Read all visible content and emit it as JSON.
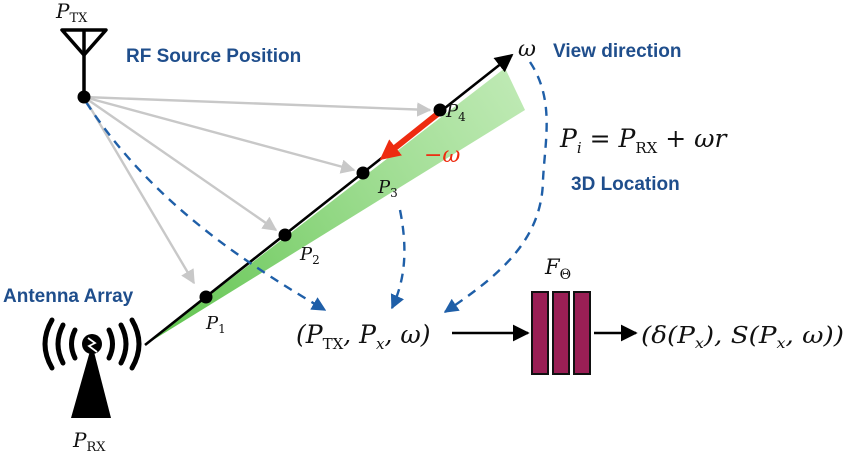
{
  "labels": {
    "tx_point": "P",
    "tx_sub": "TX",
    "rf_source": "RF Source Position",
    "view_direction": "View direction",
    "omega": "ω",
    "neg_omega": "−ω",
    "equation": "P",
    "equation_sub": "i",
    "equation_mid": " = P",
    "equation_sub2": "RX",
    "equation_end": " + ωr",
    "location_3d": "3D Location",
    "antenna_array": "Antenna Array",
    "rx_point": "P",
    "rx_sub": "RX",
    "network_label": "F",
    "network_sub": "Θ",
    "input_tuple": "(P",
    "input_sub1": "TX",
    "input_mid": ", P",
    "input_sub2": "x",
    "input_end": ", ω)",
    "output_tuple": "(δ(P",
    "output_sub1": "x",
    "output_mid": "), S(P",
    "output_sub2": "x",
    "output_end": ", ω))"
  },
  "points": [
    {
      "name": "P",
      "sub": "1"
    },
    {
      "name": "P",
      "sub": "2"
    },
    {
      "name": "P",
      "sub": "3"
    },
    {
      "name": "P",
      "sub": "4"
    }
  ],
  "colors": {
    "blue_label": "#1f4e8c",
    "dashed_arrow": "#1f5fa8",
    "gray_arrow": "#c8c8c8",
    "red_arrow": "#ee2b10",
    "cone": "#7fd06a",
    "network": "#9a1f55"
  }
}
